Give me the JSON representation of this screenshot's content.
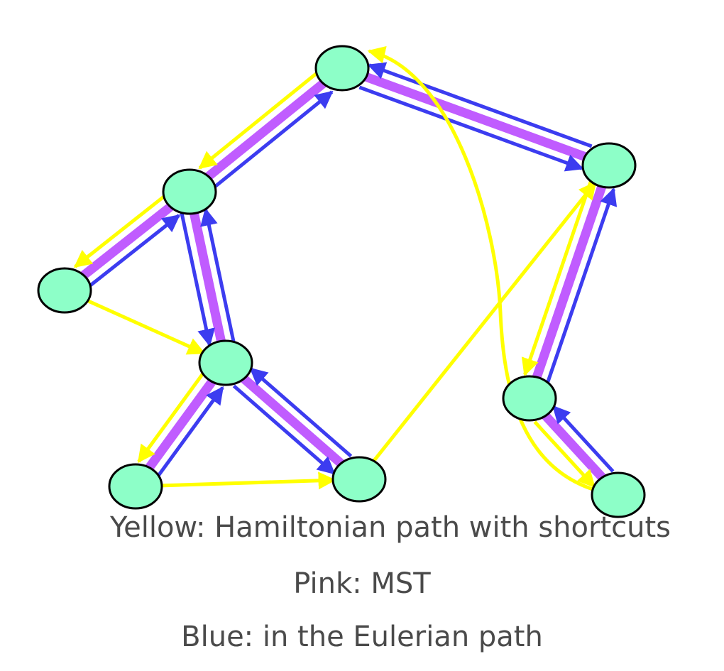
{
  "legend": {
    "yellow": "Yellow: Hamiltonian path with shortcuts",
    "pink": "Pink: MST",
    "blue": "Blue: in the Eulerian path"
  },
  "colors": {
    "node_fill": "#8dffc8",
    "node_stroke": "#000000",
    "yellow": "#ffff00",
    "pink": "#c05cff",
    "blue": "#3c3cf0"
  },
  "nodes": [
    {
      "id": "n1"
    },
    {
      "id": "n2"
    },
    {
      "id": "n3"
    },
    {
      "id": "n4"
    },
    {
      "id": "n5"
    },
    {
      "id": "n6"
    },
    {
      "id": "n7"
    },
    {
      "id": "n8"
    },
    {
      "id": "n9"
    },
    {
      "id": "n10"
    }
  ],
  "mst_edges": [
    [
      "n1",
      "n2"
    ],
    [
      "n1",
      "n3"
    ],
    [
      "n2",
      "n4"
    ],
    [
      "n2",
      "n5"
    ],
    [
      "n5",
      "n6"
    ],
    [
      "n5",
      "n7"
    ],
    [
      "n3",
      "n8"
    ],
    [
      "n8",
      "n9"
    ]
  ],
  "euler_arcs": [
    [
      "n2",
      "n1"
    ],
    [
      "n1",
      "n3"
    ],
    [
      "n3",
      "n1"
    ],
    [
      "n4",
      "n2"
    ],
    [
      "n2",
      "n5"
    ],
    [
      "n5",
      "n2"
    ],
    [
      "n6",
      "n5"
    ],
    [
      "n5",
      "n7"
    ],
    [
      "n7",
      "n5"
    ],
    [
      "n8",
      "n3"
    ],
    [
      "n9",
      "n8"
    ]
  ],
  "hamiltonian_arcs": [
    [
      "n1",
      "n2"
    ],
    [
      "n2",
      "n4"
    ],
    [
      "n4",
      "n5"
    ],
    [
      "n5",
      "n6"
    ],
    [
      "n6",
      "n7"
    ],
    [
      "n7",
      "n3"
    ],
    [
      "n3",
      "n8"
    ],
    [
      "n8",
      "n9"
    ],
    [
      "n9",
      "n1"
    ]
  ]
}
